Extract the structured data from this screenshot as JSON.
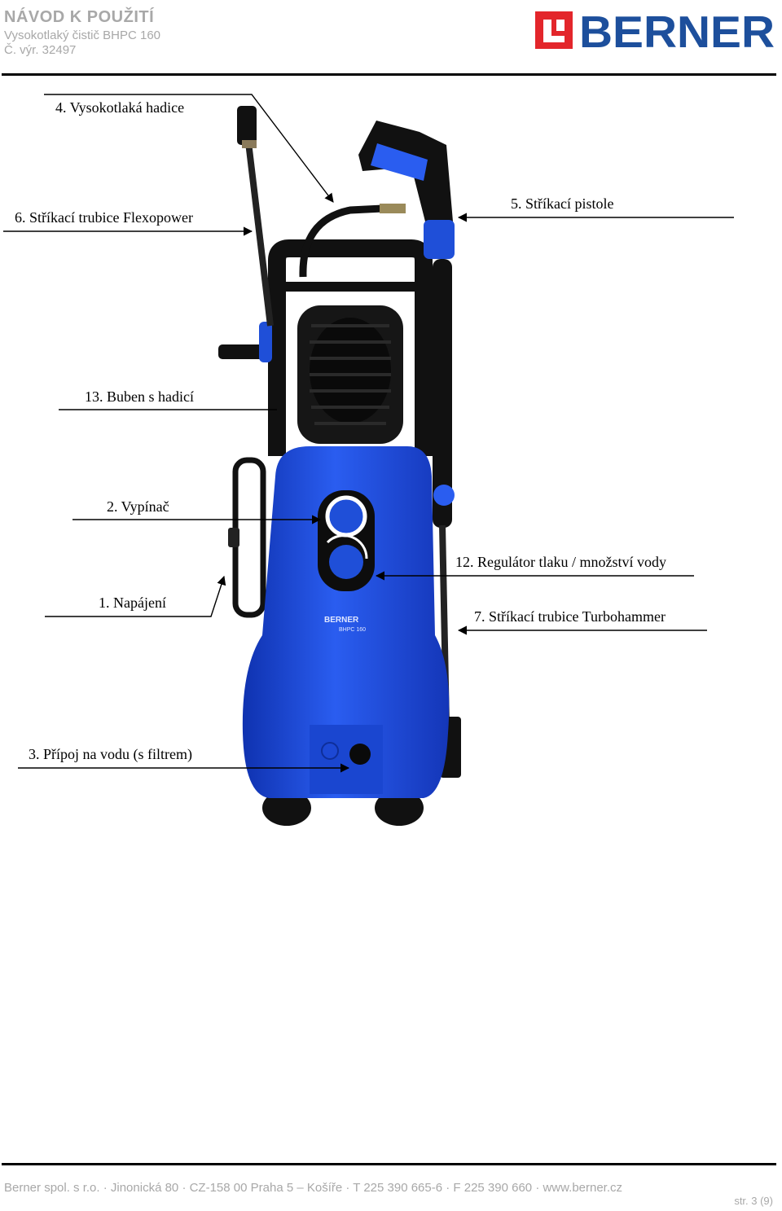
{
  "header": {
    "title": "NÁVOD K POUŽITÍ",
    "subtitle": "Vysokotlaký čistič BHPC 160",
    "article": "Č. výr. 32497",
    "brand": "BERNER",
    "brand_color": "#1d4f9c",
    "brand_mark_color": "#e3262b"
  },
  "labels": {
    "hose": "4. Vysokotlaká hadice",
    "lance_flexopower": "6. Stříkací trubice Flexopower",
    "gun": "5. Stříkací pistole",
    "drum": "13. Buben s hadicí",
    "switch": "2. Vypínač",
    "regulator": "12. Regulátor tlaku / množství vody",
    "power": "1. Napájení",
    "lance_turbo": "7. Stříkací trubice Turbohammer",
    "water_inlet": "3. Přípoj na vodu (s filtrem)"
  },
  "device": {
    "badge": "BERNER",
    "model": "BHPC 160",
    "body_color": "#1f4fd8",
    "frame_color": "#111111"
  },
  "footer": {
    "address": "Berner spol. s r.o. · Jinonická 80 · CZ-158 00 Praha 5 – Košíře · T 225 390  665-6 · F 225 390 660 · www.berner.cz",
    "page": "str. 3 (9)"
  }
}
